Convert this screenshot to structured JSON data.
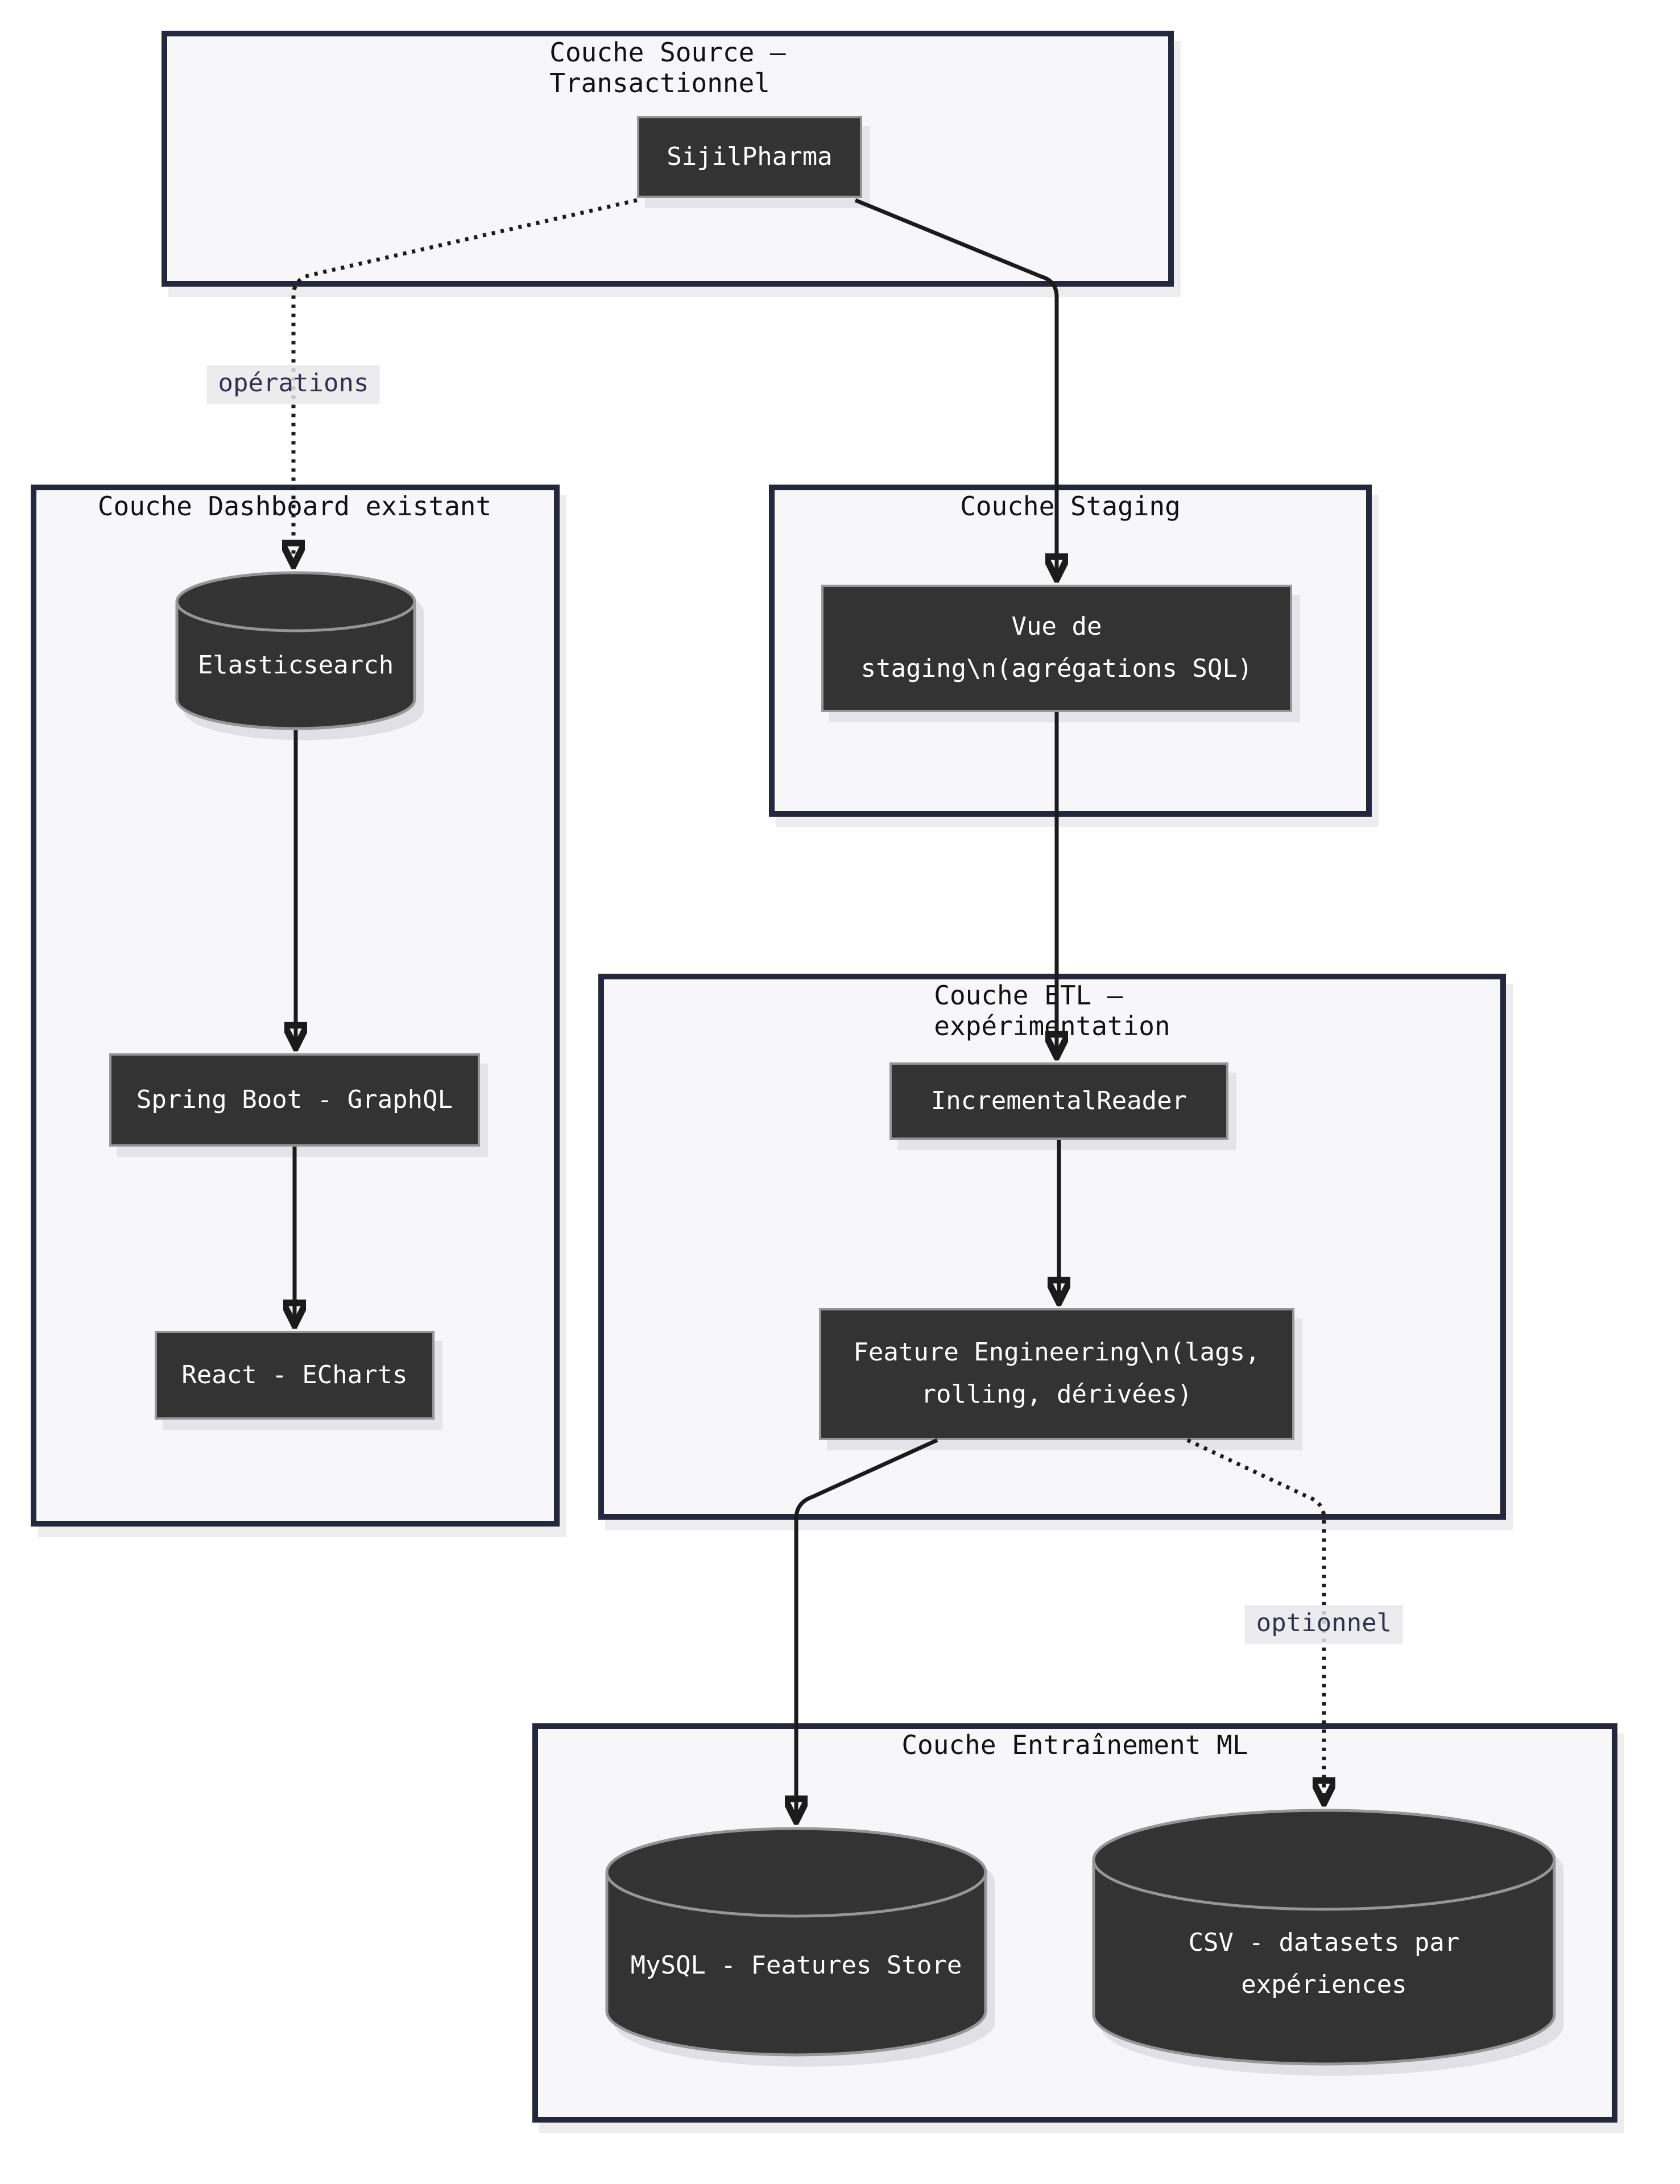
{
  "diagram": {
    "type": "flowchart",
    "colors": {
      "node_fill": "#333333",
      "node_border": "#969696",
      "node_text": "#ffffff",
      "cluster_fill": "#f7f7f9",
      "cluster_border": "#26263c",
      "edge_color": "#1b1b1b",
      "edge_label_bg": "#e8e8eb",
      "edge_label_text": "#32324e",
      "title_text": "#111111",
      "page_bg": "#ffffff"
    },
    "clusters": [
      {
        "id": "source",
        "title": "Couche Source —\nTransactionnel"
      },
      {
        "id": "dashboard",
        "title": "Couche Dashboard existant"
      },
      {
        "id": "staging",
        "title": "Couche Staging"
      },
      {
        "id": "etl",
        "title": "Couche ETL —\nexpérimentation"
      },
      {
        "id": "ml",
        "title": "Couche Entraînement ML"
      }
    ],
    "nodes": [
      {
        "id": "sijilpharma",
        "shape": "rect",
        "label": "SijilPharma"
      },
      {
        "id": "elasticsearch",
        "shape": "cylinder",
        "label": "Elasticsearch"
      },
      {
        "id": "spring-graphql",
        "shape": "rect",
        "label": "Spring Boot - GraphQL"
      },
      {
        "id": "react-echarts",
        "shape": "rect",
        "label": "React - ECharts"
      },
      {
        "id": "vue-staging",
        "shape": "rect",
        "label": "Vue de\nstaging\\n(agrégations SQL)"
      },
      {
        "id": "incremental-reader",
        "shape": "rect",
        "label": "IncrementalReader"
      },
      {
        "id": "feature-eng",
        "shape": "rect",
        "label": "Feature Engineering\\n(lags,\nrolling, dérivées)"
      },
      {
        "id": "mysql-features",
        "shape": "cylinder",
        "label": "MySQL - Features Store"
      },
      {
        "id": "csv-datasets",
        "shape": "cylinder",
        "label": "CSV - datasets par\nexpériences"
      }
    ],
    "edges": [
      {
        "from": "sijilpharma",
        "to": "elasticsearch",
        "style": "dotted",
        "label": "opérations"
      },
      {
        "from": "sijilpharma",
        "to": "vue-staging",
        "style": "solid",
        "label": ""
      },
      {
        "from": "vue-staging",
        "to": "incremental-reader",
        "style": "solid",
        "label": ""
      },
      {
        "from": "incremental-reader",
        "to": "feature-eng",
        "style": "solid",
        "label": ""
      },
      {
        "from": "elasticsearch",
        "to": "spring-graphql",
        "style": "solid",
        "label": ""
      },
      {
        "from": "spring-graphql",
        "to": "react-echarts",
        "style": "solid",
        "label": ""
      },
      {
        "from": "feature-eng",
        "to": "mysql-features",
        "style": "solid",
        "label": ""
      },
      {
        "from": "feature-eng",
        "to": "csv-datasets",
        "style": "dotted",
        "label": "optionnel"
      }
    ]
  }
}
